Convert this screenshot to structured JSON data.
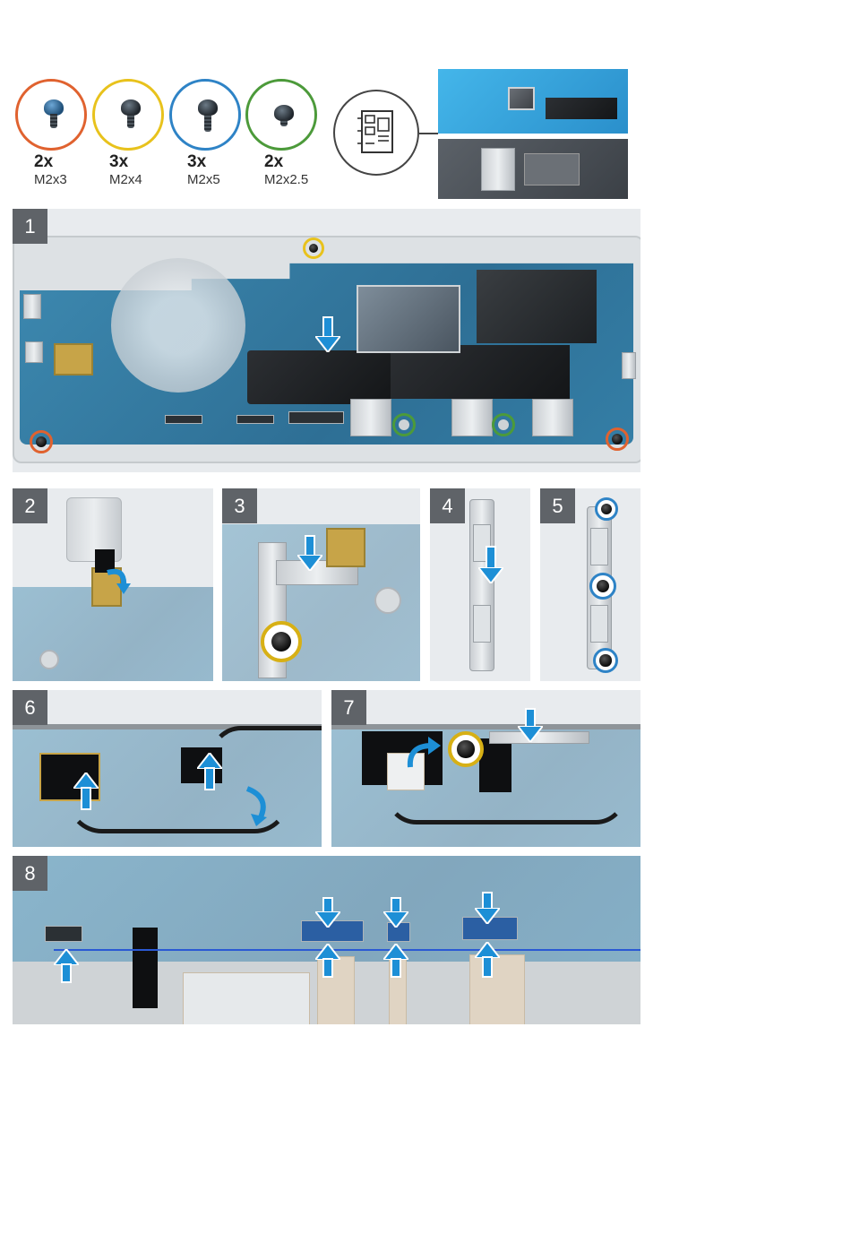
{
  "screws": [
    {
      "count": "2x",
      "size": "M2x3",
      "color": "#e0622f",
      "icon": "screw-m2x3-icon"
    },
    {
      "count": "3x",
      "size": "M2x4",
      "color": "#e8c21c",
      "icon": "screw-m2x4-icon"
    },
    {
      "count": "3x",
      "size": "M2x5",
      "color": "#2e83c6",
      "icon": "screw-m2x5-icon"
    },
    {
      "count": "2x",
      "size": "M2x2.5",
      "color": "#4c9a3a",
      "icon": "screw-m2x2.5-icon"
    }
  ],
  "component_icon": "motherboard-icon",
  "steps": [
    "1",
    "2",
    "3",
    "4",
    "5",
    "6",
    "7",
    "8"
  ],
  "colors": {
    "arrow": "#1d8fd6",
    "badge": "#5f6368",
    "pcb": "#3d89b0"
  }
}
